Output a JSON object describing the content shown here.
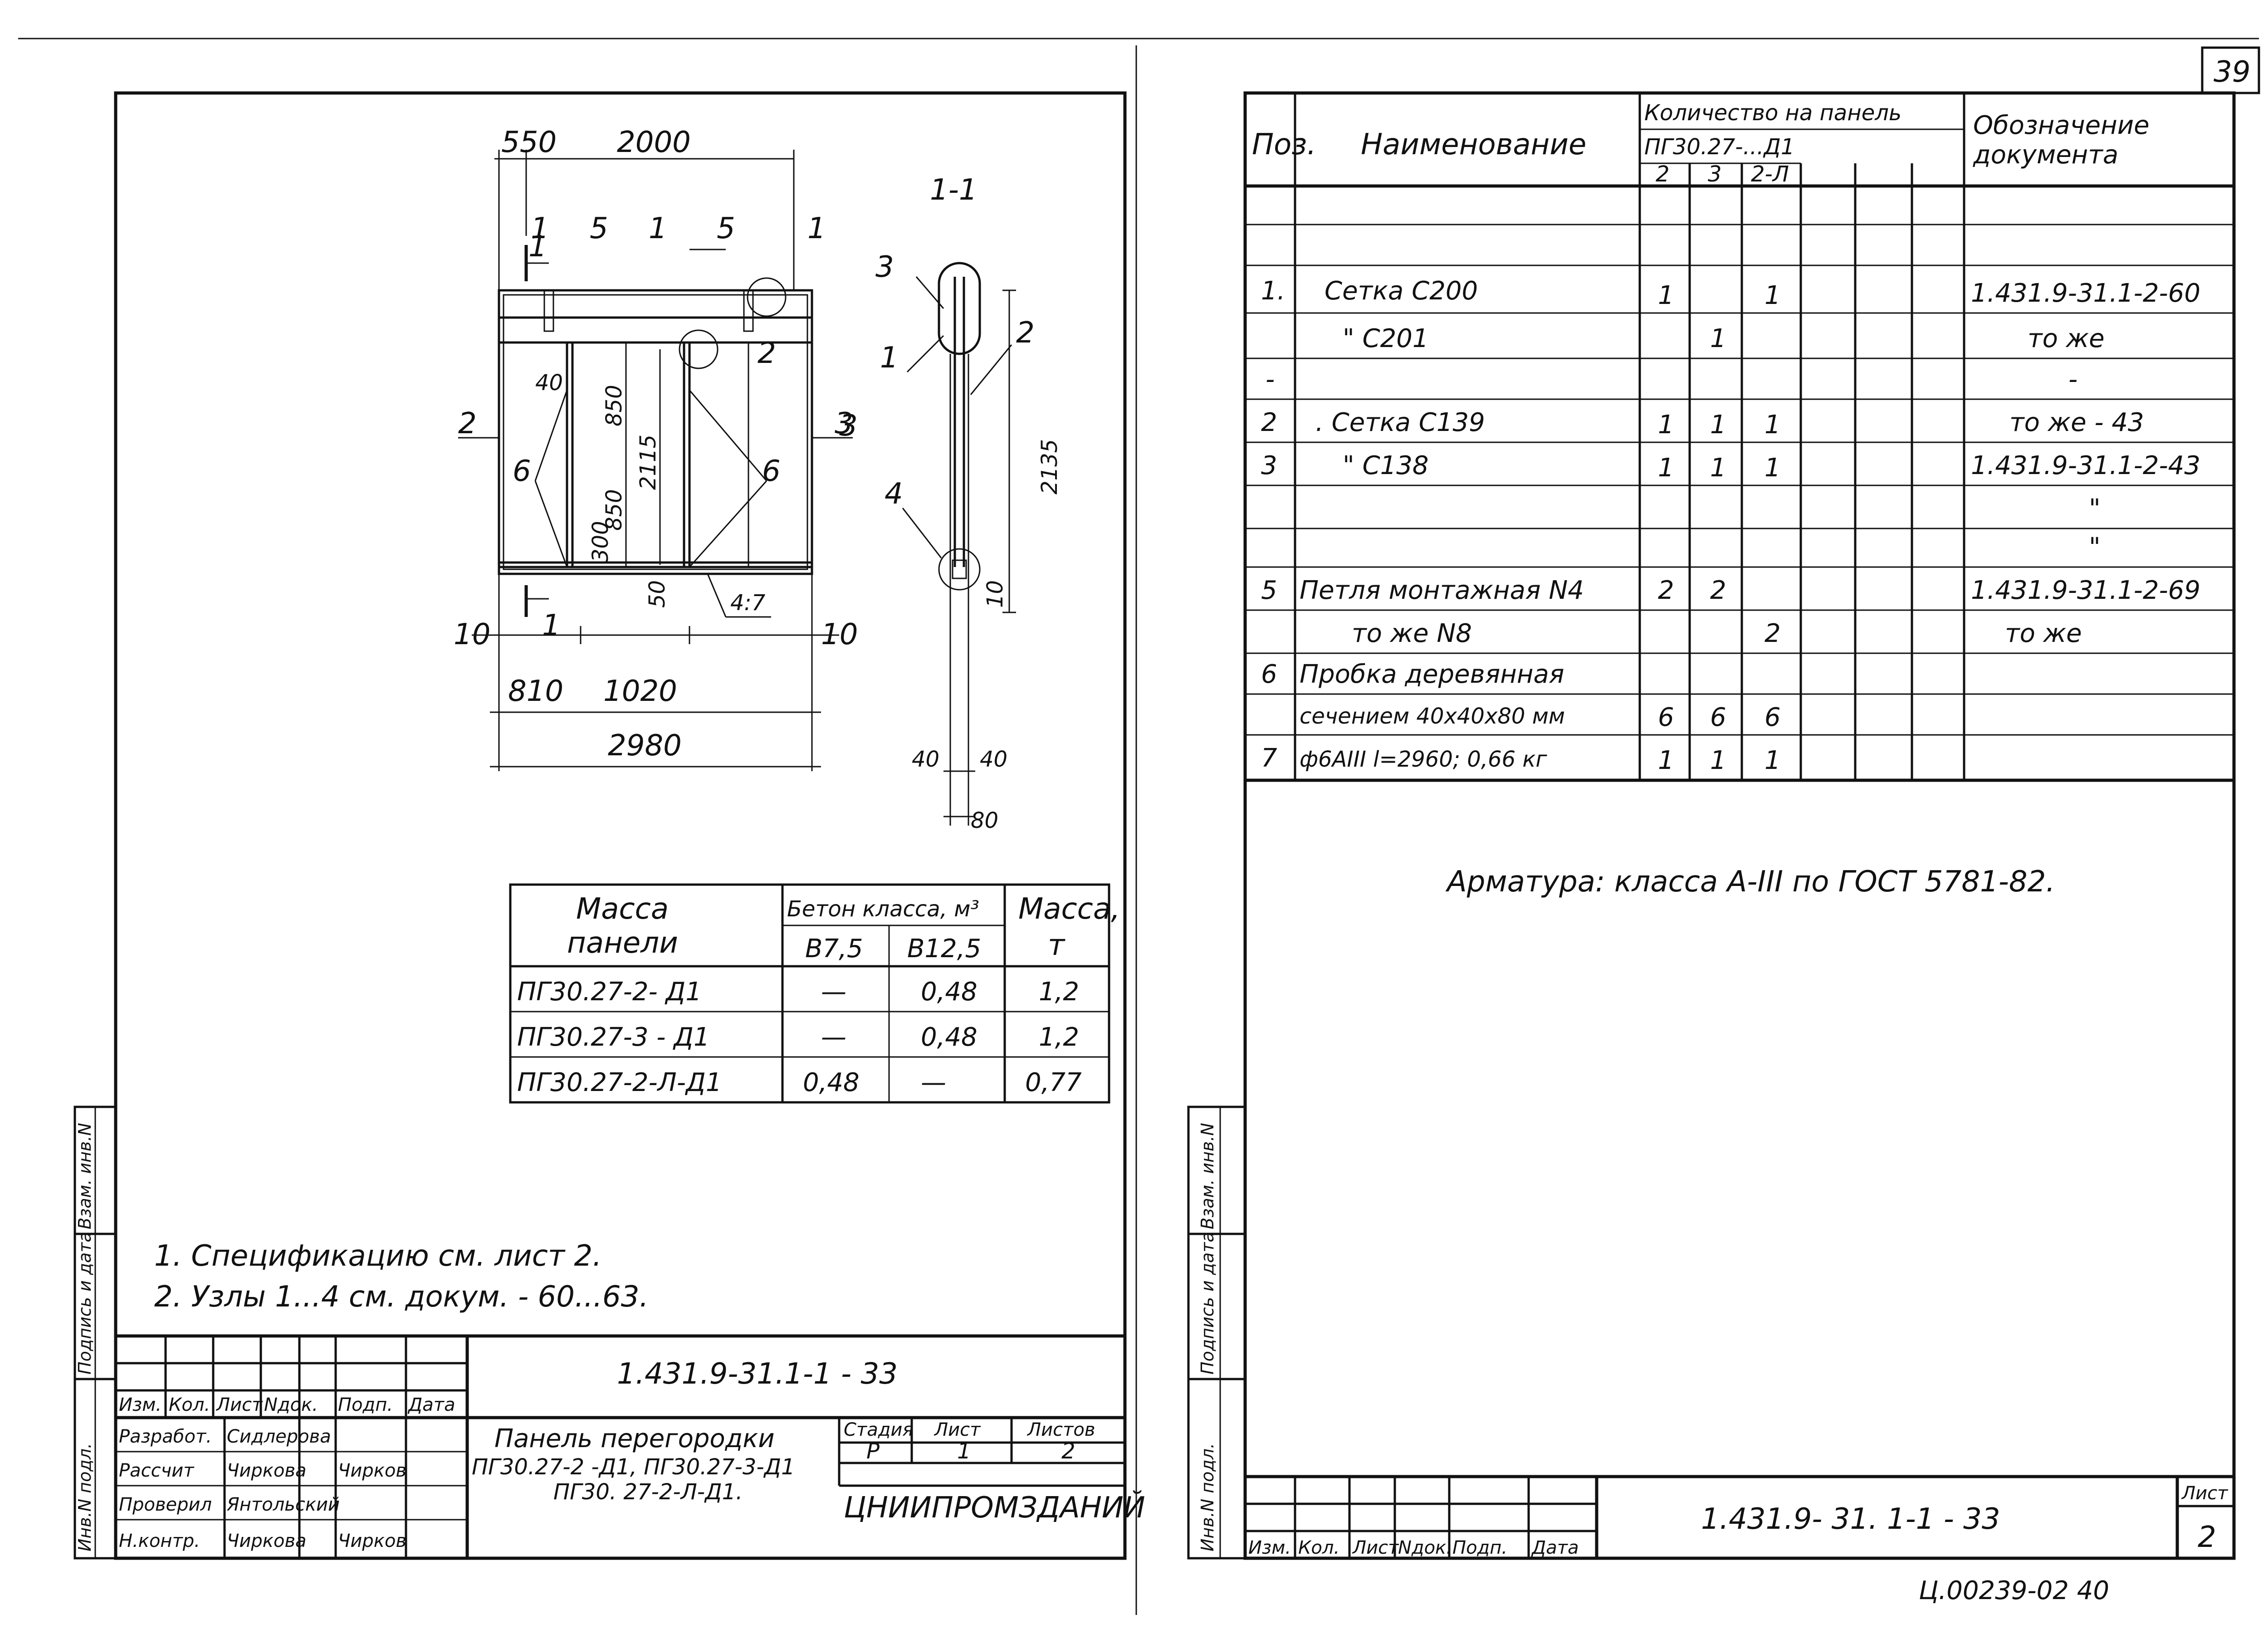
{
  "page_number": "39",
  "drawing": {
    "dims": {
      "d550": "550",
      "d2000": "2000",
      "d810": "810",
      "d1020": "1020",
      "d2980": "2980",
      "d40": "40",
      "d850a": "850",
      "d850b": "850",
      "d2115": "2115",
      "d300": "300",
      "d50": "50",
      "d10a": "10",
      "d10b": "10",
      "d2135": "2135",
      "d40b": "40",
      "d40c": "40",
      "d80": "80",
      "d10c": "10"
    },
    "callouts": {
      "c1a": "1",
      "c5a": "5",
      "c1b": "1",
      "c5b": "5",
      "c1c": "1",
      "c2a": "2",
      "c2b": "2",
      "c6a": "6",
      "c6b": "6",
      "c3a": "3",
      "c47": "4:7",
      "c1d": "1",
      "c1e": "1"
    },
    "section_label": "1-1",
    "section_callouts": {
      "s3a": "3",
      "s1": "1",
      "s2": "2",
      "s3b": "3",
      "s4": "4"
    }
  },
  "mass_table": {
    "header_mass": "Масса",
    "header_panel": "панели",
    "header_concrete": "Бетон класса, м³",
    "header_b75": "В7,5",
    "header_b125": "В12,5",
    "header_weight": "Масса,",
    "header_unit": "т",
    "rows": [
      {
        "name": "ПГ30.27-2- Д1",
        "b75": "—",
        "b125": "0,48",
        "mass": "1,2"
      },
      {
        "name": "ПГ30.27-3 - Д1",
        "b75": "—",
        "b125": "0,48",
        "mass": "1,2"
      },
      {
        "name": "ПГ30.27-2-Л-Д1",
        "b75": "0,48",
        "b125": "—",
        "mass": "0,77"
      }
    ]
  },
  "notes": [
    "1. Спецификацию см. лист 2.",
    "2. Узлы 1...4 см. докум. - 60...63."
  ],
  "left_title": {
    "code": "1.431.9-31.1-1 - 33",
    "col_izm": "Изм.",
    "col_kol": "Кол.",
    "col_list": "Лист",
    "col_ndok": "Nдок.",
    "col_podp": "Подп.",
    "col_data": "Дата",
    "role1": "Разработ.",
    "name1": "Сидлерова",
    "role2": "Рассчит",
    "name2": "Чиркова",
    "sig2": "Чирков",
    "role3": "Проверил",
    "name3": "Янтольский",
    "role4": "Н.контр.",
    "name4": "Чиркова",
    "sig4": "Чирков",
    "desc1": "Панель перегородки",
    "desc2": "ПГ30.27-2 -Д1, ПГ30.27-3-Д1",
    "desc3": "ПГ30. 27-2-Л-Д1.",
    "stage_h": "Стадия",
    "sheet_h": "Лист",
    "sheets_h": "Листов",
    "stage": "Р",
    "sheet": "1",
    "sheets": "2",
    "org": "ЦНИИПРОМЗДАНИЙ",
    "margin1": "Инв.N подл.",
    "margin2": "Подпись и дата",
    "margin3": "Взам. инв.N"
  },
  "spec_table": {
    "h_pos": "Поз.",
    "h_name": "Наименование",
    "h_qty": "Количество на панель",
    "h_qty_sub": "ПГ30.27-...Д1",
    "h_col1": "2",
    "h_col2": "3",
    "h_col3": "2-Л",
    "h_doc1": "Обозначение",
    "h_doc2": "документа",
    "rows": [
      {
        "pos": "1.",
        "name": "Сетка С200",
        "q1": "1",
        "q2": "",
        "q3": "1",
        "doc": "1.431.9-31.1-2-60"
      },
      {
        "pos": "",
        "name": "\"   С201",
        "q1": "",
        "q2": "1",
        "q3": "",
        "doc": "то же"
      },
      {
        "pos": "-",
        "name": "",
        "q1": "",
        "q2": "",
        "q3": "",
        "doc": "-"
      },
      {
        "pos": "2",
        "name": ". Сетка С139",
        "q1": "1",
        "q2": "1",
        "q3": "1",
        "doc": "то же  - 43"
      },
      {
        "pos": "3",
        "name": "\"   С138",
        "q1": "1",
        "q2": "1",
        "q3": "1",
        "doc": "1.431.9-31.1-2-43"
      },
      {
        "pos": "",
        "name": "",
        "q1": "",
        "q2": "",
        "q3": "",
        "doc": "\""
      },
      {
        "pos": "",
        "name": "",
        "q1": "",
        "q2": "",
        "q3": "",
        "doc": "\""
      },
      {
        "pos": "5",
        "name": "Петля монтажная   N4",
        "q1": "2",
        "q2": "2",
        "q3": "",
        "doc": "1.431.9-31.1-2-69"
      },
      {
        "pos": "",
        "name": "то же        N8",
        "q1": "",
        "q2": "",
        "q3": "2",
        "doc": "то же"
      },
      {
        "pos": "6",
        "name": "Пробка деревянная",
        "q1": "",
        "q2": "",
        "q3": "",
        "doc": ""
      },
      {
        "pos": "",
        "name": "сечением 40х40х80 мм",
        "q1": "6",
        "q2": "6",
        "q3": "6",
        "doc": ""
      },
      {
        "pos": "7",
        "name": "ф6АIII l=2960; 0,66 кг",
        "q1": "1",
        "q2": "1",
        "q3": "1",
        "doc": ""
      }
    ]
  },
  "armature_note": "Арматура: класса А-III по ГОСТ 5781-82.",
  "right_title": {
    "code": "1.431.9- 31. 1-1 - 33",
    "sheet_label": "Лист",
    "sheet_no": "2",
    "col_izm": "Изм.",
    "col_kol": "Кол.",
    "col_list": "Лист",
    "col_ndok": "Nдок.",
    "col_podp": "Подп.",
    "col_data": "Дата",
    "margin1": "Инв.N подл.",
    "margin2": "Подпись и дата",
    "margin3": "Взам. инв.N"
  },
  "footer_code": "Ц.00239-02  40"
}
